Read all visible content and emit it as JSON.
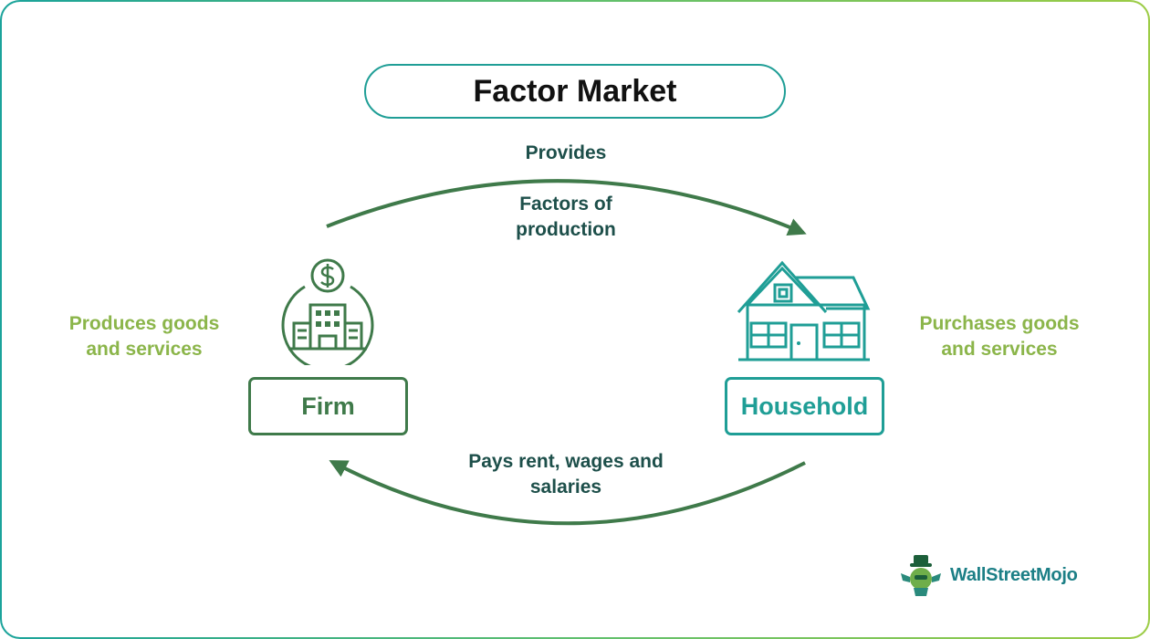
{
  "title": "Factor Market",
  "top_flow": {
    "verb": "Provides",
    "object": "Factors of production"
  },
  "bottom_flow": {
    "label": "Pays rent, wages and salaries"
  },
  "firm": {
    "label": "Firm",
    "description": "Produces goods and services"
  },
  "household": {
    "label": "Household",
    "description": "Purchases goods and services"
  },
  "brand": {
    "name": "WallStreetMojo"
  },
  "colors": {
    "teal": "#1f9e96",
    "dark_green": "#3f7a4a",
    "light_green": "#8bb54a",
    "text_dark": "#1d4f4a"
  },
  "icons": [
    "dollar-coin-icon",
    "office-building-icon",
    "house-icon",
    "brand-mascot-icon"
  ]
}
